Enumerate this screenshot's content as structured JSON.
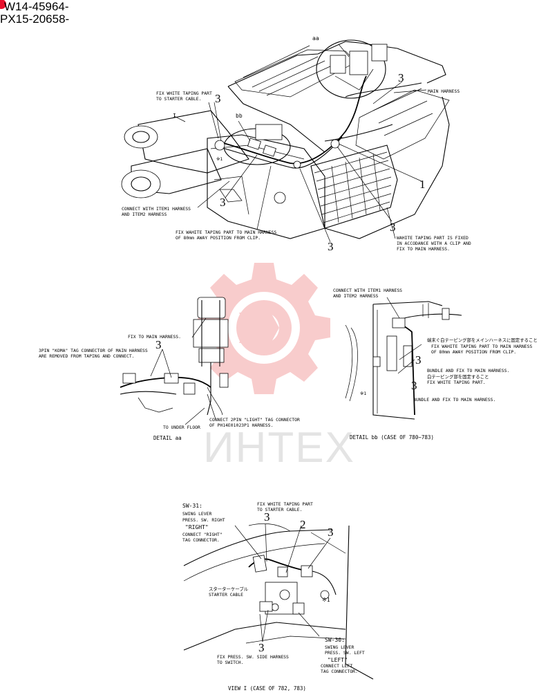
{
  "serials": [
    "W14-45964-",
    "PX15-20658-"
  ],
  "watermark": {
    "text": "ИНТЕХ",
    "gear_color": "#f4a3a3",
    "badge_color": "#e8112d"
  },
  "top_view": {
    "callouts": {
      "aa": "aa",
      "bb": "bb",
      "view_arrow": "I",
      "ref_mark": "※1",
      "part3_a": "3",
      "part3_b": "3",
      "part3_c": "3",
      "part3_d": "3",
      "part3_e": "3",
      "part1": "1"
    },
    "labels": {
      "fix_white_1": "FIX WHITE TAPING PART",
      "fix_white_2": "TO STARTER CABLE.",
      "main_harness": "MAIN HARNESS",
      "connect_1": "CONNECT WITH ITEM1 HARNESS",
      "connect_2": "AND ITEM2 HARNESS",
      "fix_80_1": "FIX WAHITE TAPING PART TO MAIN HARNESS",
      "fix_80_2": "OF 80mm AWAY POSITION FROM CLIP.",
      "wahite_1": "WAHITE TAPING PART IS FIXED",
      "wahite_2": "IN ACCODANCE WITH A CLIP AND",
      "wahite_3": "FIX TO MAIN HARNESS."
    }
  },
  "detail_aa": {
    "callouts": {
      "part3": "3"
    },
    "labels": {
      "fix_main": "FIX TO MAIN HARNESS.",
      "pin3_1": "3PIN \"KOMA\" TAG CONNECTOR OF MAIN HARNESS",
      "pin3_2": "ARE REMOVED FROM TAPING AND CONNECT.",
      "pin2_1": "CONNECT 2PIN \"LIGHT\" TAG CONNECTOR",
      "pin2_2": "OF PH14E01023P1 HARNESS.",
      "under_floor": "TO UNDER FLOOR"
    },
    "caption": "DETAIL aa"
  },
  "detail_bb": {
    "callouts": {
      "part3_a": "3",
      "part3_b": "3",
      "ref_mark": "※1"
    },
    "labels": {
      "connect_1": "CONNECT WITH ITEM1 HARNESS",
      "connect_2": "AND ITEM2 HARNESS",
      "jp_1": "端末ぐ白テーピング部をメインハーネスに固定すること",
      "fix_1": "FIX WAHITE TAPING PART TO MAIN HARNESS",
      "fix_2": "OF 80mm AWAY POSITION FROM CLIP.",
      "bundle_1": "BUNDLE AND FIX TO MAIN HARNESS.",
      "jp_2": "白テーピング部を固定すること",
      "fix_white": "FIX WHITE TAPING PART.",
      "bundle_2": "BUNDLE AND FIX TO MAIN HARNESS."
    },
    "caption": "DETAIL bb (CASE OF 780~783)"
  },
  "view_i": {
    "callouts": {
      "part3_a": "3",
      "part2": "2",
      "part3_b": "3",
      "part3_c": "3",
      "ref_mark": "※1"
    },
    "labels": {
      "sw31": "SW-31:",
      "sw31_1": "SWING LEVER",
      "sw31_2": "PRESS. SW. RIGHT",
      "sw31_3": "\"RIGHT\"",
      "sw31_4": "CONNECT \"RIGHT\"",
      "sw31_5": "TAG CONNECTOR.",
      "fix_white_1": "FIX WHITE TAPING PART",
      "fix_white_2": "TO STARTER CABLE.",
      "starter_jp": "スターターケーブル",
      "starter_en": "STARTER CABLE",
      "fix_press_1": "FIX PRESS. SW. SIDE HARNESS",
      "fix_press_2": "TO SWITCH.",
      "sw30": "SW-30:",
      "sw30_1": "SWING LEVER",
      "sw30_2": "PRESS. SW. LEFT",
      "sw30_3": "\"LEFT\"",
      "sw30_4": "CONNECT LEFT",
      "sw30_5": "TAG CONNECTOR."
    },
    "caption": "VIEW I (CASE OF 782, 783)"
  }
}
